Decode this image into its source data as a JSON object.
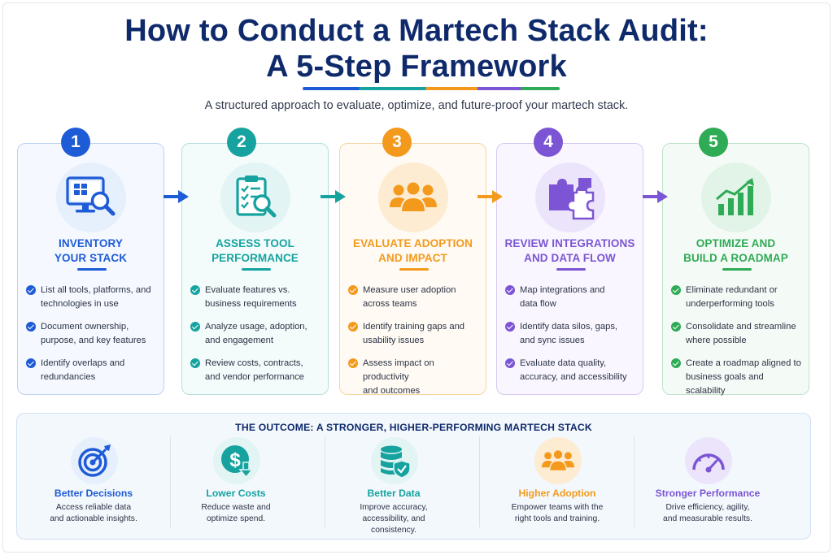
{
  "header": {
    "title_line1": "How to Conduct a Martech Stack Audit:",
    "title_line2": "A 5-Step Framework",
    "subtitle": "A structured approach to evaluate, optimize, and future-proof your martech stack."
  },
  "steps": [
    {
      "number": "1",
      "title_line1": "INVENTORY",
      "title_line2": "YOUR STACK",
      "color": "#1e5bd6",
      "icon": "monitor-search-icon",
      "items": [
        [
          "List all tools, platforms, and",
          "technologies in use"
        ],
        [
          "Document ownership,",
          "purpose, and key features"
        ],
        [
          "Identify overlaps and",
          "redundancies"
        ]
      ]
    },
    {
      "number": "2",
      "title_line1": "ASSESS TOOL",
      "title_line2": "PERFORMANCE",
      "color": "#16a3a0",
      "icon": "clipboard-search-icon",
      "items": [
        [
          "Evaluate features vs.",
          "business requirements"
        ],
        [
          "Analyze usage, adoption,",
          "and engagement"
        ],
        [
          "Review costs, contracts,",
          "and vendor performance"
        ]
      ]
    },
    {
      "number": "3",
      "title_line1": "EVALUATE ADOPTION",
      "title_line2": "AND IMPACT",
      "color": "#f39a1d",
      "icon": "team-icon",
      "items": [
        [
          "Measure user adoption",
          "across teams"
        ],
        [
          "Identify training gaps and",
          "usability issues"
        ],
        [
          "Assess impact on productivity",
          "and outcomes"
        ]
      ]
    },
    {
      "number": "4",
      "title_line1": "REVIEW INTEGRATIONS",
      "title_line2": "AND DATA FLOW",
      "color": "#7b55d3",
      "icon": "puzzle-icon",
      "items": [
        [
          "Map integrations and",
          "data flow"
        ],
        [
          "Identify data silos, gaps,",
          "and sync issues"
        ],
        [
          "Evaluate data quality,",
          "accuracy, and accessibility"
        ]
      ]
    },
    {
      "number": "5",
      "title_line1": "OPTIMIZE AND",
      "title_line2": "BUILD A ROADMAP",
      "color": "#2faa55",
      "icon": "growth-chart-icon",
      "items": [
        [
          "Eliminate redundant or",
          "underperforming tools"
        ],
        [
          "Consolidate and streamline",
          "where possible"
        ],
        [
          "Create a roadmap aligned to",
          "business goals and scalability"
        ]
      ]
    }
  ],
  "outcome": {
    "title": "THE OUTCOME: A STRONGER, HIGHER-PERFORMING MARTECH STACK",
    "items": [
      {
        "label": "Better Decisions",
        "desc_lines": [
          "Access reliable data",
          "and actionable insights."
        ],
        "color": "#1e5bd6",
        "icon": "target-icon"
      },
      {
        "label": "Lower Costs",
        "desc_lines": [
          "Reduce waste and",
          "optimize spend."
        ],
        "color": "#16a3a0",
        "icon": "dollar-down-icon"
      },
      {
        "label": "Better Data",
        "desc_lines": [
          "Improve accuracy,",
          "accessibility, and",
          "consistency."
        ],
        "color": "#16a3a0",
        "icon": "database-shield-icon"
      },
      {
        "label": "Higher Adoption",
        "desc_lines": [
          "Empower teams with the",
          "right tools and training."
        ],
        "color": "#f39a1d",
        "icon": "team-icon"
      },
      {
        "label": "Stronger Performance",
        "desc_lines": [
          "Drive efficiency, agility,",
          "and measurable results."
        ],
        "color": "#7b55d3",
        "icon": "gauge-icon"
      }
    ]
  }
}
